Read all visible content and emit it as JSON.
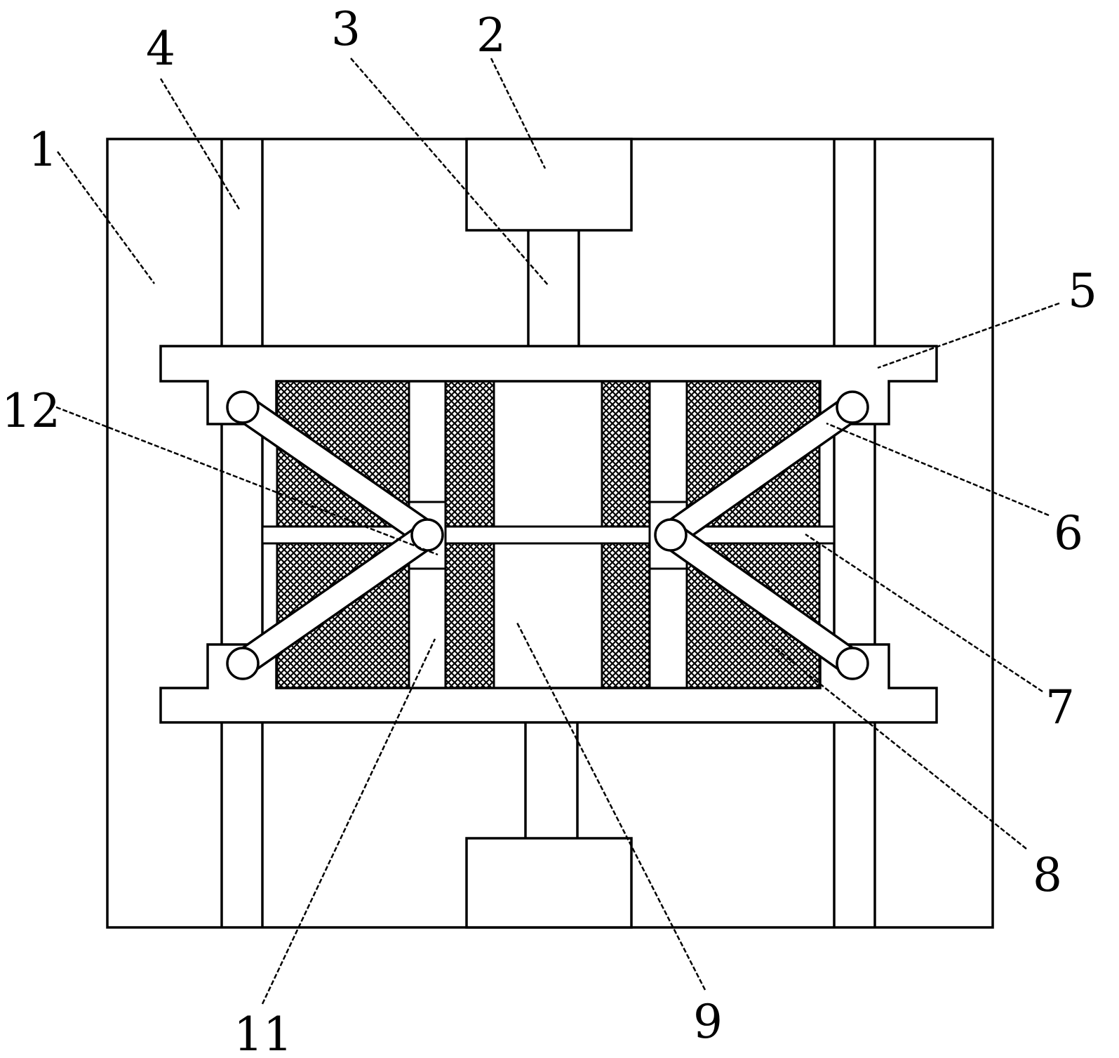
{
  "labels": {
    "l1": "1",
    "l2": "2",
    "l3": "3",
    "l4": "4",
    "l5": "5",
    "l6": "6",
    "l7": "7",
    "l8": "8",
    "l9": "9",
    "l11": "11",
    "l12": "12"
  },
  "colors": {
    "line": "#000000",
    "background": "#ffffff",
    "hatch": "#000000"
  }
}
